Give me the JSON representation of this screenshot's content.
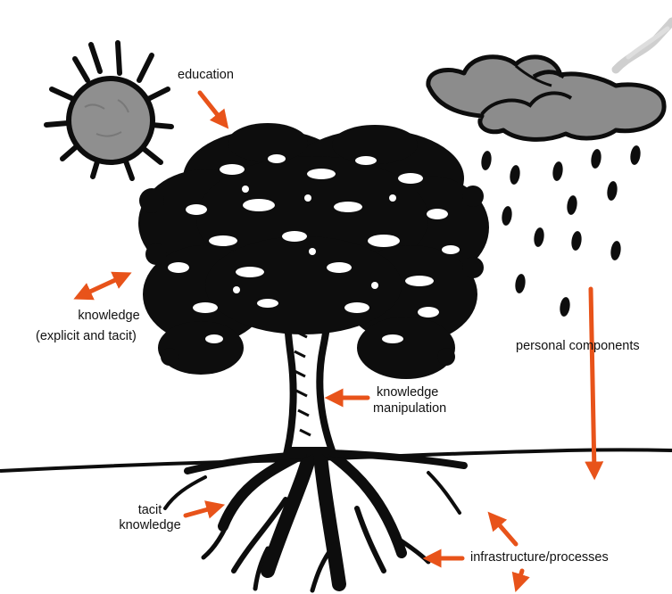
{
  "labels": {
    "education": "education",
    "knowledge_line1": "knowledge",
    "knowledge_line2": "(explicit and tacit)",
    "knowledge_manipulation_line1": "knowledge",
    "knowledge_manipulation_line2": "manipulation",
    "personal_components": "personal components",
    "tacit_knowledge_line1": "tacit",
    "tacit_knowledge_line2": "knowledge",
    "infrastructure_processes": "infrastructure/processes"
  },
  "colors": {
    "arrow": "#e8531a",
    "ink": "#0d0d0d",
    "sun_fill": "#8f8f8f",
    "cloud_fill": "#8c8c8c",
    "smoke": "#c8c8c8",
    "background": "#ffffff"
  },
  "icons": {
    "sun": "sun-icon",
    "cloud": "rain-cloud-icon",
    "tree": "tree-icon"
  }
}
